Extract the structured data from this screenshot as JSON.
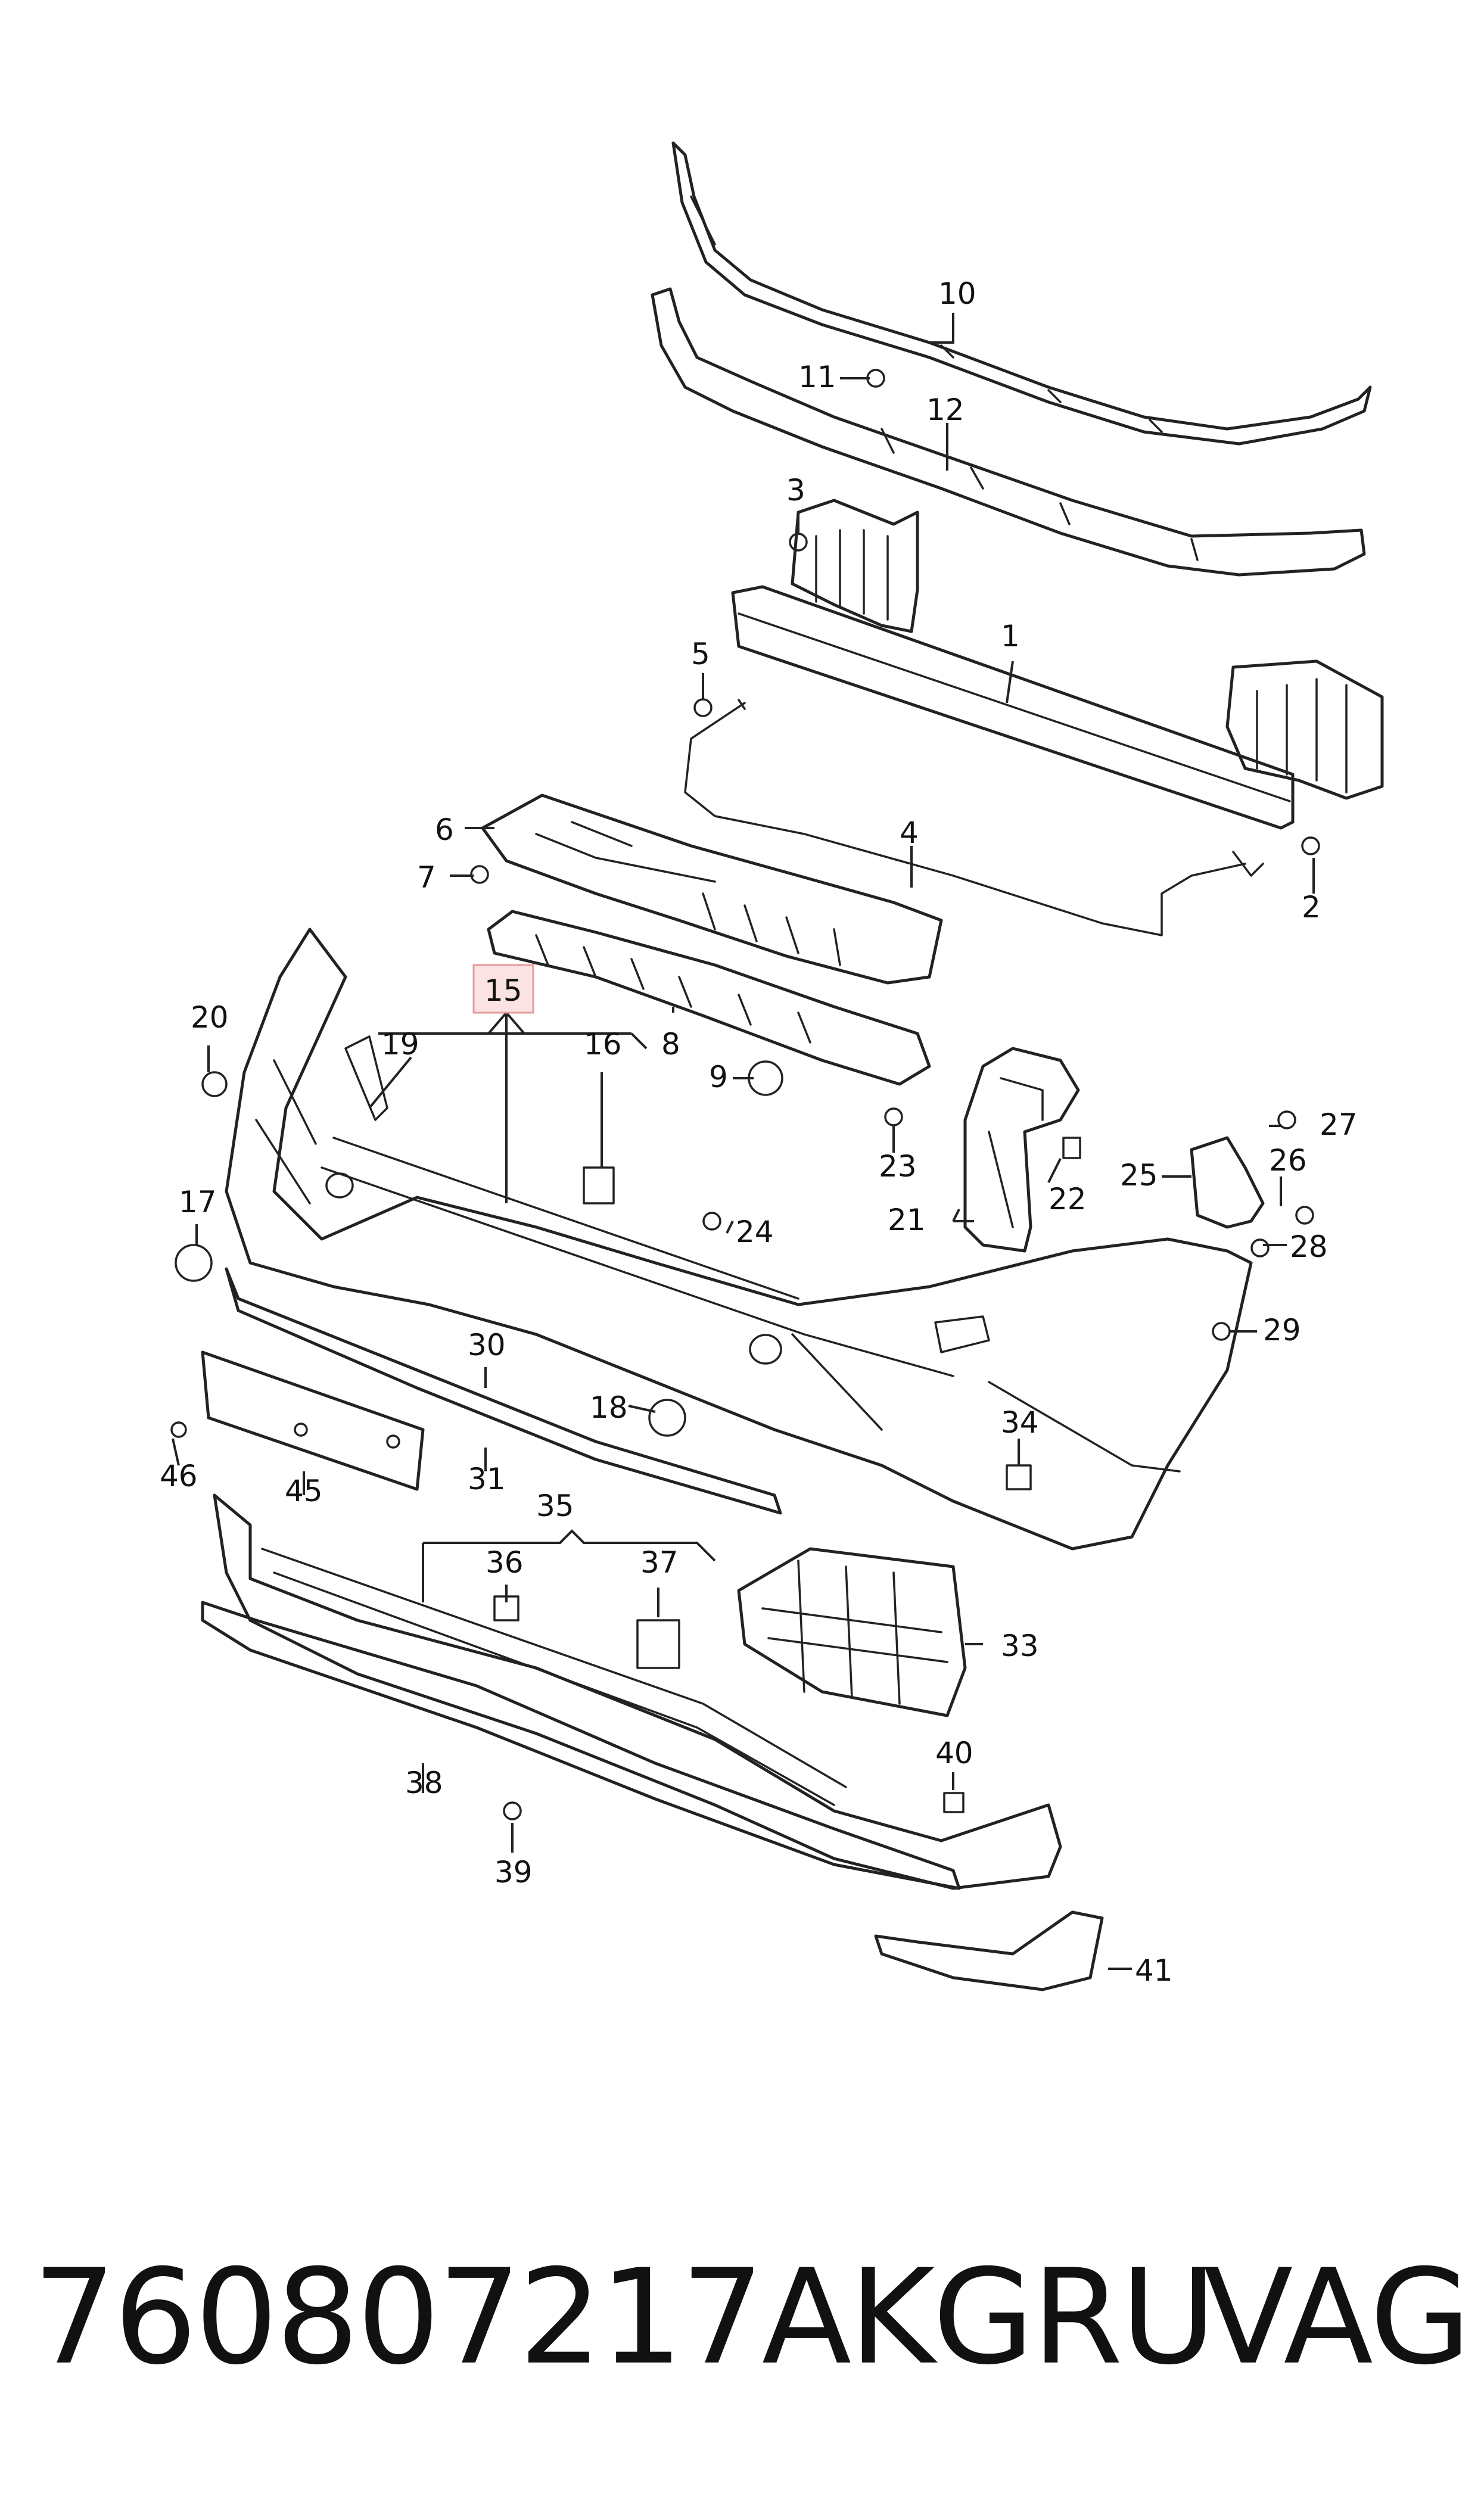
{
  "diagram": {
    "highlighted_label": "15",
    "highlight_color": "#e99a9a",
    "callouts": [
      "1",
      "2",
      "3",
      "4",
      "5",
      "6",
      "7",
      "8",
      "9",
      "10",
      "11",
      "12",
      "15",
      "16",
      "17",
      "18",
      "19",
      "20",
      "21",
      "22",
      "23",
      "24",
      "25",
      "26",
      "27",
      "28",
      "29",
      "30",
      "31",
      "33",
      "34",
      "35",
      "36",
      "37",
      "38",
      "39",
      "40",
      "41",
      "45",
      "46"
    ]
  },
  "footer": {
    "part_number": "760807217AKGRU",
    "brand": "VAG"
  }
}
